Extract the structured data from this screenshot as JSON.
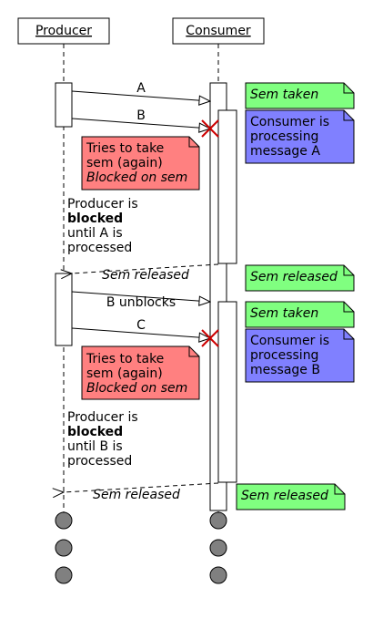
{
  "colors": {
    "note_green": "#80ff80",
    "note_red": "#ff8080",
    "note_blue": "#8080ff",
    "ended_actor": "#808080"
  },
  "actors": {
    "producer": "Producer",
    "consumer": "Consumer"
  },
  "messages": {
    "a": "A",
    "b": "B",
    "released_1": "Sem released",
    "b_unblocks": "B unblocks",
    "c": "C",
    "released_2": "Sem released"
  },
  "notes": {
    "sem_taken_1": "Sem taken",
    "consumer_processing_a": [
      "Consumer is",
      "processing",
      "message A"
    ],
    "tries_1": [
      "Tries to take",
      "sem (again)",
      "Blocked on sem"
    ],
    "producer_blocked_1": [
      "Producer is",
      "blocked",
      "until A is",
      "processed"
    ],
    "sem_released_1": "Sem released",
    "sem_taken_2": "Sem taken",
    "consumer_processing_b": [
      "Consumer is",
      "processing",
      "message B"
    ],
    "tries_2": [
      "Tries to take",
      "sem (again)",
      "Blocked on sem"
    ],
    "producer_blocked_2": [
      "Producer is",
      "blocked",
      "until B is",
      "processed"
    ],
    "sem_released_2": "Sem released"
  }
}
